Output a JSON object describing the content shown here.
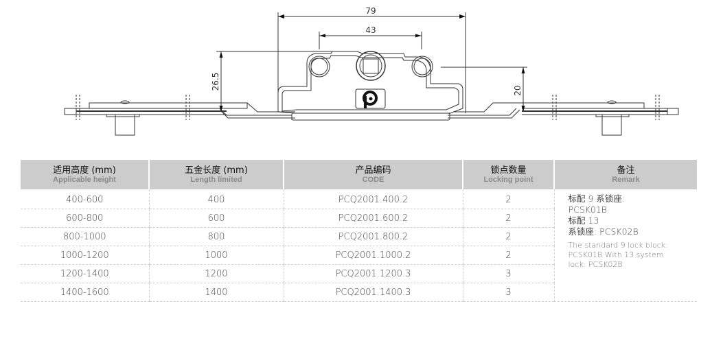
{
  "drawing": {
    "dimensions": {
      "overall_width": "79",
      "hole_spacing": "43",
      "height_left": "26.5",
      "height_right": "20"
    },
    "logo_icon": "p-circle-logo"
  },
  "table": {
    "headers": [
      {
        "cn": "适用高度 (mm)",
        "en": "Applicable height"
      },
      {
        "cn": "五金长度 (mm)",
        "en": "Length limited"
      },
      {
        "cn": "产品编码",
        "en": "CODE"
      },
      {
        "cn": "锁点数量",
        "en": "Locking point"
      },
      {
        "cn": "备注",
        "en": "Remark"
      }
    ],
    "rows": [
      {
        "height": "400-600",
        "length": "400",
        "code": "PCQ2001.400.2",
        "points": "2"
      },
      {
        "height": "600-800",
        "length": "600",
        "code": "PCQ2001.600.2",
        "points": "2"
      },
      {
        "height": "800-1000",
        "length": "800",
        "code": "PCQ2001.800.2",
        "points": "2"
      },
      {
        "height": "1000-1200",
        "length": "1000",
        "code": "PCQ2001.1000.2",
        "points": "2"
      },
      {
        "height": "1200-1400",
        "length": "1200",
        "code": "PCQ2001.1200.3",
        "points": "3"
      },
      {
        "height": "1400-1600",
        "length": "1400",
        "code": "PCQ2001.1400.3",
        "points": "3"
      }
    ],
    "remark": {
      "cn_lines": [
        "标配 9 系锁座:",
        "PCSK01B",
        "标配 13",
        "系锁座:  PCSK02B"
      ],
      "en_lines": [
        "The standard 9 lock block:",
        "PCSK01B With 13 system",
        "lock: PCSK02B"
      ]
    }
  }
}
